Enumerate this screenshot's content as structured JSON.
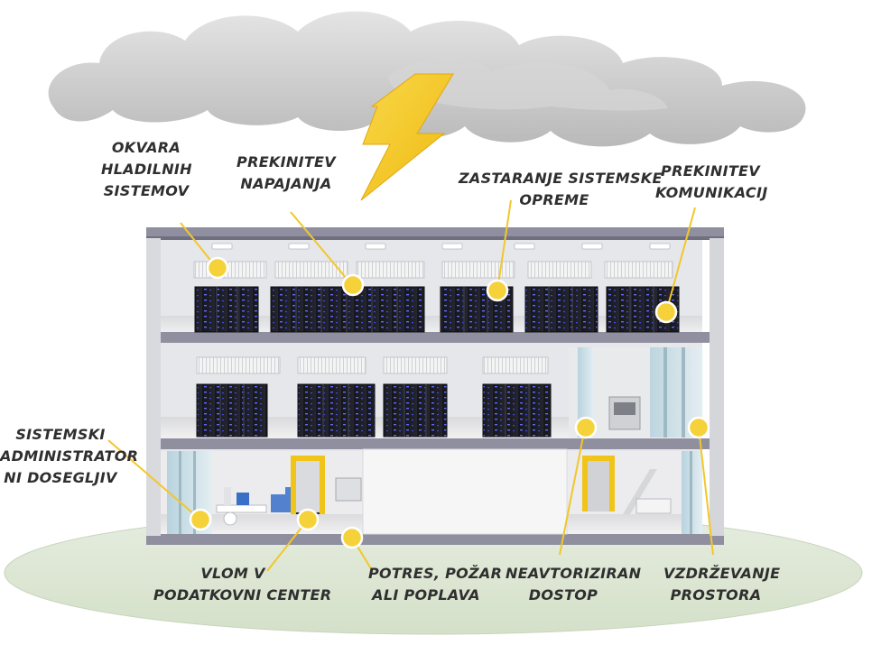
{
  "colors": {
    "marker": "#f6d23a",
    "leader": "#f2c72b",
    "lightning": "#f4c81e",
    "ground": "#dfe8d4",
    "slab": "#8b8b9b",
    "cloud": "#cfcfcf",
    "text": "#2f2f2f"
  },
  "threats": {
    "cooling": [
      "OKVARA",
      "HLADILNIH",
      "SISTEMOV"
    ],
    "power": [
      "PREKINITEV",
      "NAPAJANJA"
    ],
    "obsolete": [
      "ZASTARANJE SISTEMSKE",
      "OPREME"
    ],
    "comms": [
      "PREKINITEV",
      "KOMUNIKACIJ"
    ],
    "admin": [
      "SISTEMSKI",
      "ADMINISTRATOR",
      "NI DOSEGLJIV"
    ],
    "breakin": [
      "VLOM V",
      "PODATKOVNI CENTER"
    ],
    "disaster": [
      "POTRES, POŽAR",
      "ALI POPLAVA"
    ],
    "unauthorized": [
      "NEAVTORIZIRAN",
      "DOSTOP"
    ],
    "maintenance": [
      "VZDRŽEVANJE",
      "PROSTORA"
    ]
  },
  "icons": [
    "storm-cloud-icon",
    "lightning-bolt-icon",
    "server-rack-icon",
    "air-conditioner-icon",
    "door-icon"
  ]
}
